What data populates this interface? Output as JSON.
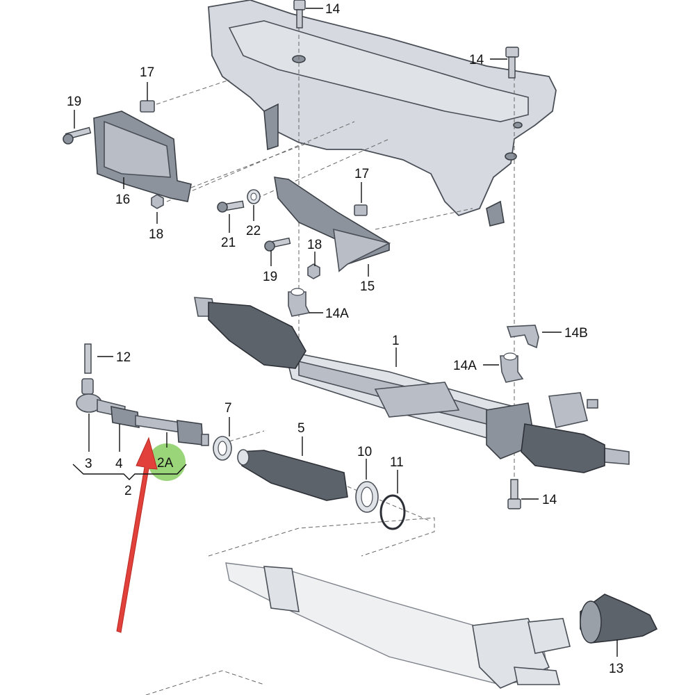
{
  "callouts": [
    {
      "id": "c14_top",
      "text": "14"
    },
    {
      "id": "c14_right",
      "text": "14"
    },
    {
      "id": "c17_left",
      "text": "17"
    },
    {
      "id": "c19_left",
      "text": "19"
    },
    {
      "id": "c16",
      "text": "16"
    },
    {
      "id": "c18_left",
      "text": "18"
    },
    {
      "id": "c17_mid",
      "text": "17"
    },
    {
      "id": "c21",
      "text": "21"
    },
    {
      "id": "c22",
      "text": "22"
    },
    {
      "id": "c19_mid",
      "text": "19"
    },
    {
      "id": "c18_mid",
      "text": "18"
    },
    {
      "id": "c15",
      "text": "15"
    },
    {
      "id": "c14A_left",
      "text": "14A"
    },
    {
      "id": "c14B",
      "text": "14B"
    },
    {
      "id": "c1",
      "text": "1"
    },
    {
      "id": "c14A_right",
      "text": "14A"
    },
    {
      "id": "c12",
      "text": "12"
    },
    {
      "id": "c7",
      "text": "7"
    },
    {
      "id": "c5",
      "text": "5"
    },
    {
      "id": "c10",
      "text": "10"
    },
    {
      "id": "c11",
      "text": "11"
    },
    {
      "id": "c3",
      "text": "3"
    },
    {
      "id": "c4",
      "text": "4"
    },
    {
      "id": "c2",
      "text": "2"
    },
    {
      "id": "c2A",
      "text": "2A"
    },
    {
      "id": "c14_bottom",
      "text": "14"
    },
    {
      "id": "c13",
      "text": "13"
    }
  ],
  "colors": {
    "highlight": "#8fd16a",
    "arrow": "#e2403a"
  }
}
